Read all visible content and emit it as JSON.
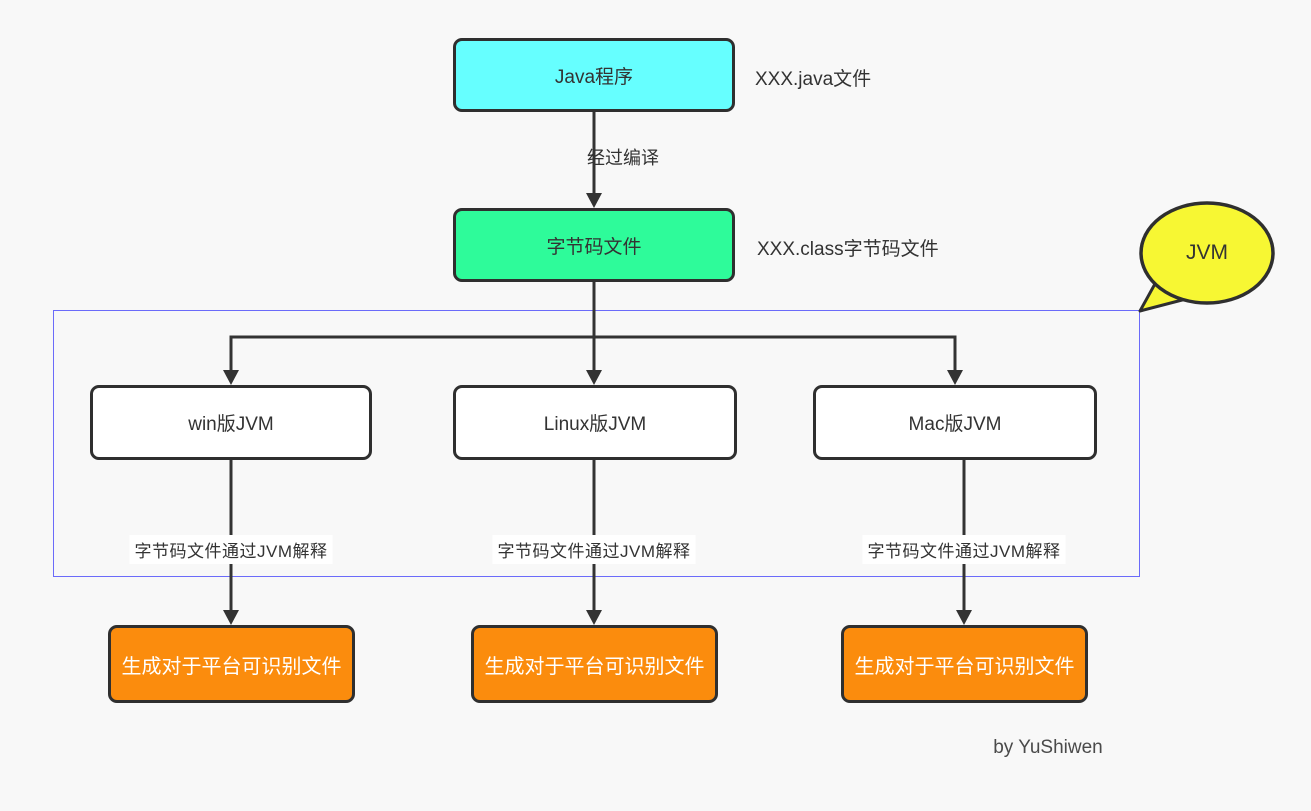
{
  "flow": {
    "source_box": {
      "label": "Java程序",
      "fill": "#66FFFF"
    },
    "source_annotation": "XXX.java文件",
    "compile_edge_label": "经过编译",
    "bytecode_box": {
      "label": "字节码文件",
      "fill": "#2EFB9A"
    },
    "bytecode_annotation": "XXX.class字节码文件",
    "jvm_boxes": [
      {
        "label": "win版JVM"
      },
      {
        "label": "Linux版JVM"
      },
      {
        "label": "Mac版JVM"
      }
    ],
    "interpret_edge_labels": [
      "字节码文件通过JVM解释",
      "字节码文件通过JVM解释",
      "字节码文件通过JVM解释"
    ],
    "output_boxes": [
      {
        "label": "生成对于平台可识别文件"
      },
      {
        "label": "生成对于平台可识别文件"
      },
      {
        "label": "生成对于平台可识别文件"
      }
    ],
    "jvm_bubble_label": "JVM",
    "credit": "by YuShiwen",
    "colors": {
      "background": "#F8F8F8",
      "box_border": "#2F2F2F",
      "arrow": "#333333",
      "jvm_region_border": "#6B6BFA",
      "source_fill": "#66FFFF",
      "bytecode_fill": "#2EFB9A",
      "output_fill": "#FB8C0D",
      "output_text": "#FFFFFF",
      "bubble_fill": "#F7F733",
      "text": "#333333"
    }
  }
}
